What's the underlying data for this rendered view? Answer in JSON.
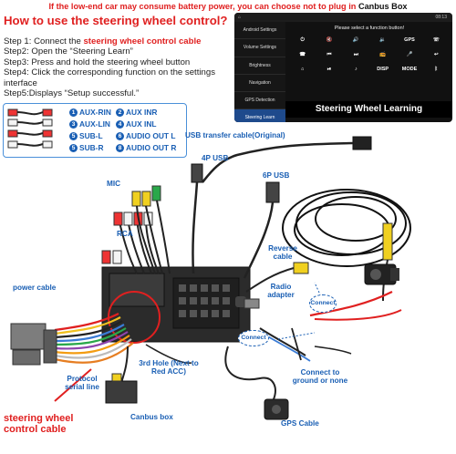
{
  "header": {
    "note": "If the low-end car may consume battery power, you can choose not to plug in",
    "note_bold": "Canbus Box",
    "title": "How to use the steering wheel control?"
  },
  "steps": [
    {
      "prefix": "Step 1: Connect the ",
      "highlight": "steering wheel control cable",
      "suffix": ""
    },
    {
      "prefix": "Step2: Open the “Steering Learn”",
      "highlight": "",
      "suffix": ""
    },
    {
      "prefix": "Step3: Press and hold the steering wheel button",
      "highlight": "",
      "suffix": ""
    },
    {
      "prefix": "Step4: Click the corresponding function on the settings interface",
      "highlight": "",
      "suffix": ""
    },
    {
      "prefix": "Step5:Displays “Setup successful.”",
      "highlight": "",
      "suffix": ""
    }
  ],
  "screen": {
    "time": "08:13",
    "prompt": "Please select a function button!",
    "menu": [
      "Android Settings",
      "Volume Settings",
      "Brightness",
      "Navigation",
      "GPS Detection",
      "Steering Learn"
    ],
    "buttons": [
      "",
      "",
      "",
      "",
      "GPS",
      "",
      "",
      "",
      "",
      "",
      "",
      "",
      "",
      "",
      "",
      "DISP",
      "MODE",
      ""
    ],
    "caption": "Steering Wheel Learning"
  },
  "legend": {
    "items": [
      {
        "num": "1",
        "label": "AUX-RIN"
      },
      {
        "num": "3",
        "label": "AUX-LIN"
      },
      {
        "num": "5",
        "label": "SUB-L"
      },
      {
        "num": "5",
        "label": "SUB-R"
      },
      {
        "num": "2",
        "label": "AUX INR"
      },
      {
        "num": "4",
        "label": "AUX INL"
      },
      {
        "num": "6",
        "label": "AUDIO OUT L"
      },
      {
        "num": "8",
        "label": "AUDIO OUT R"
      }
    ]
  },
  "labels": {
    "usb_transfer": "USB transfer cable(Original)",
    "usb4p": "4P USB",
    "usb6p": "6P USB",
    "mic": "MIC",
    "rca": "RCA",
    "reverse": "Reverse cable",
    "radio": "Radio adapter",
    "power": "power cable",
    "protocol": "Protocol serial line",
    "third_hole": "3rd Hole (Next to Red ACC)",
    "connect_ground": "Connect to ground or none",
    "canbus": "Canbus box",
    "gps": "GPS Cable",
    "steering": "steering wheel control cable",
    "connect": "Connect"
  },
  "colors": {
    "accent_red": "#e02020",
    "label_blue": "#1a5fb4"
  }
}
